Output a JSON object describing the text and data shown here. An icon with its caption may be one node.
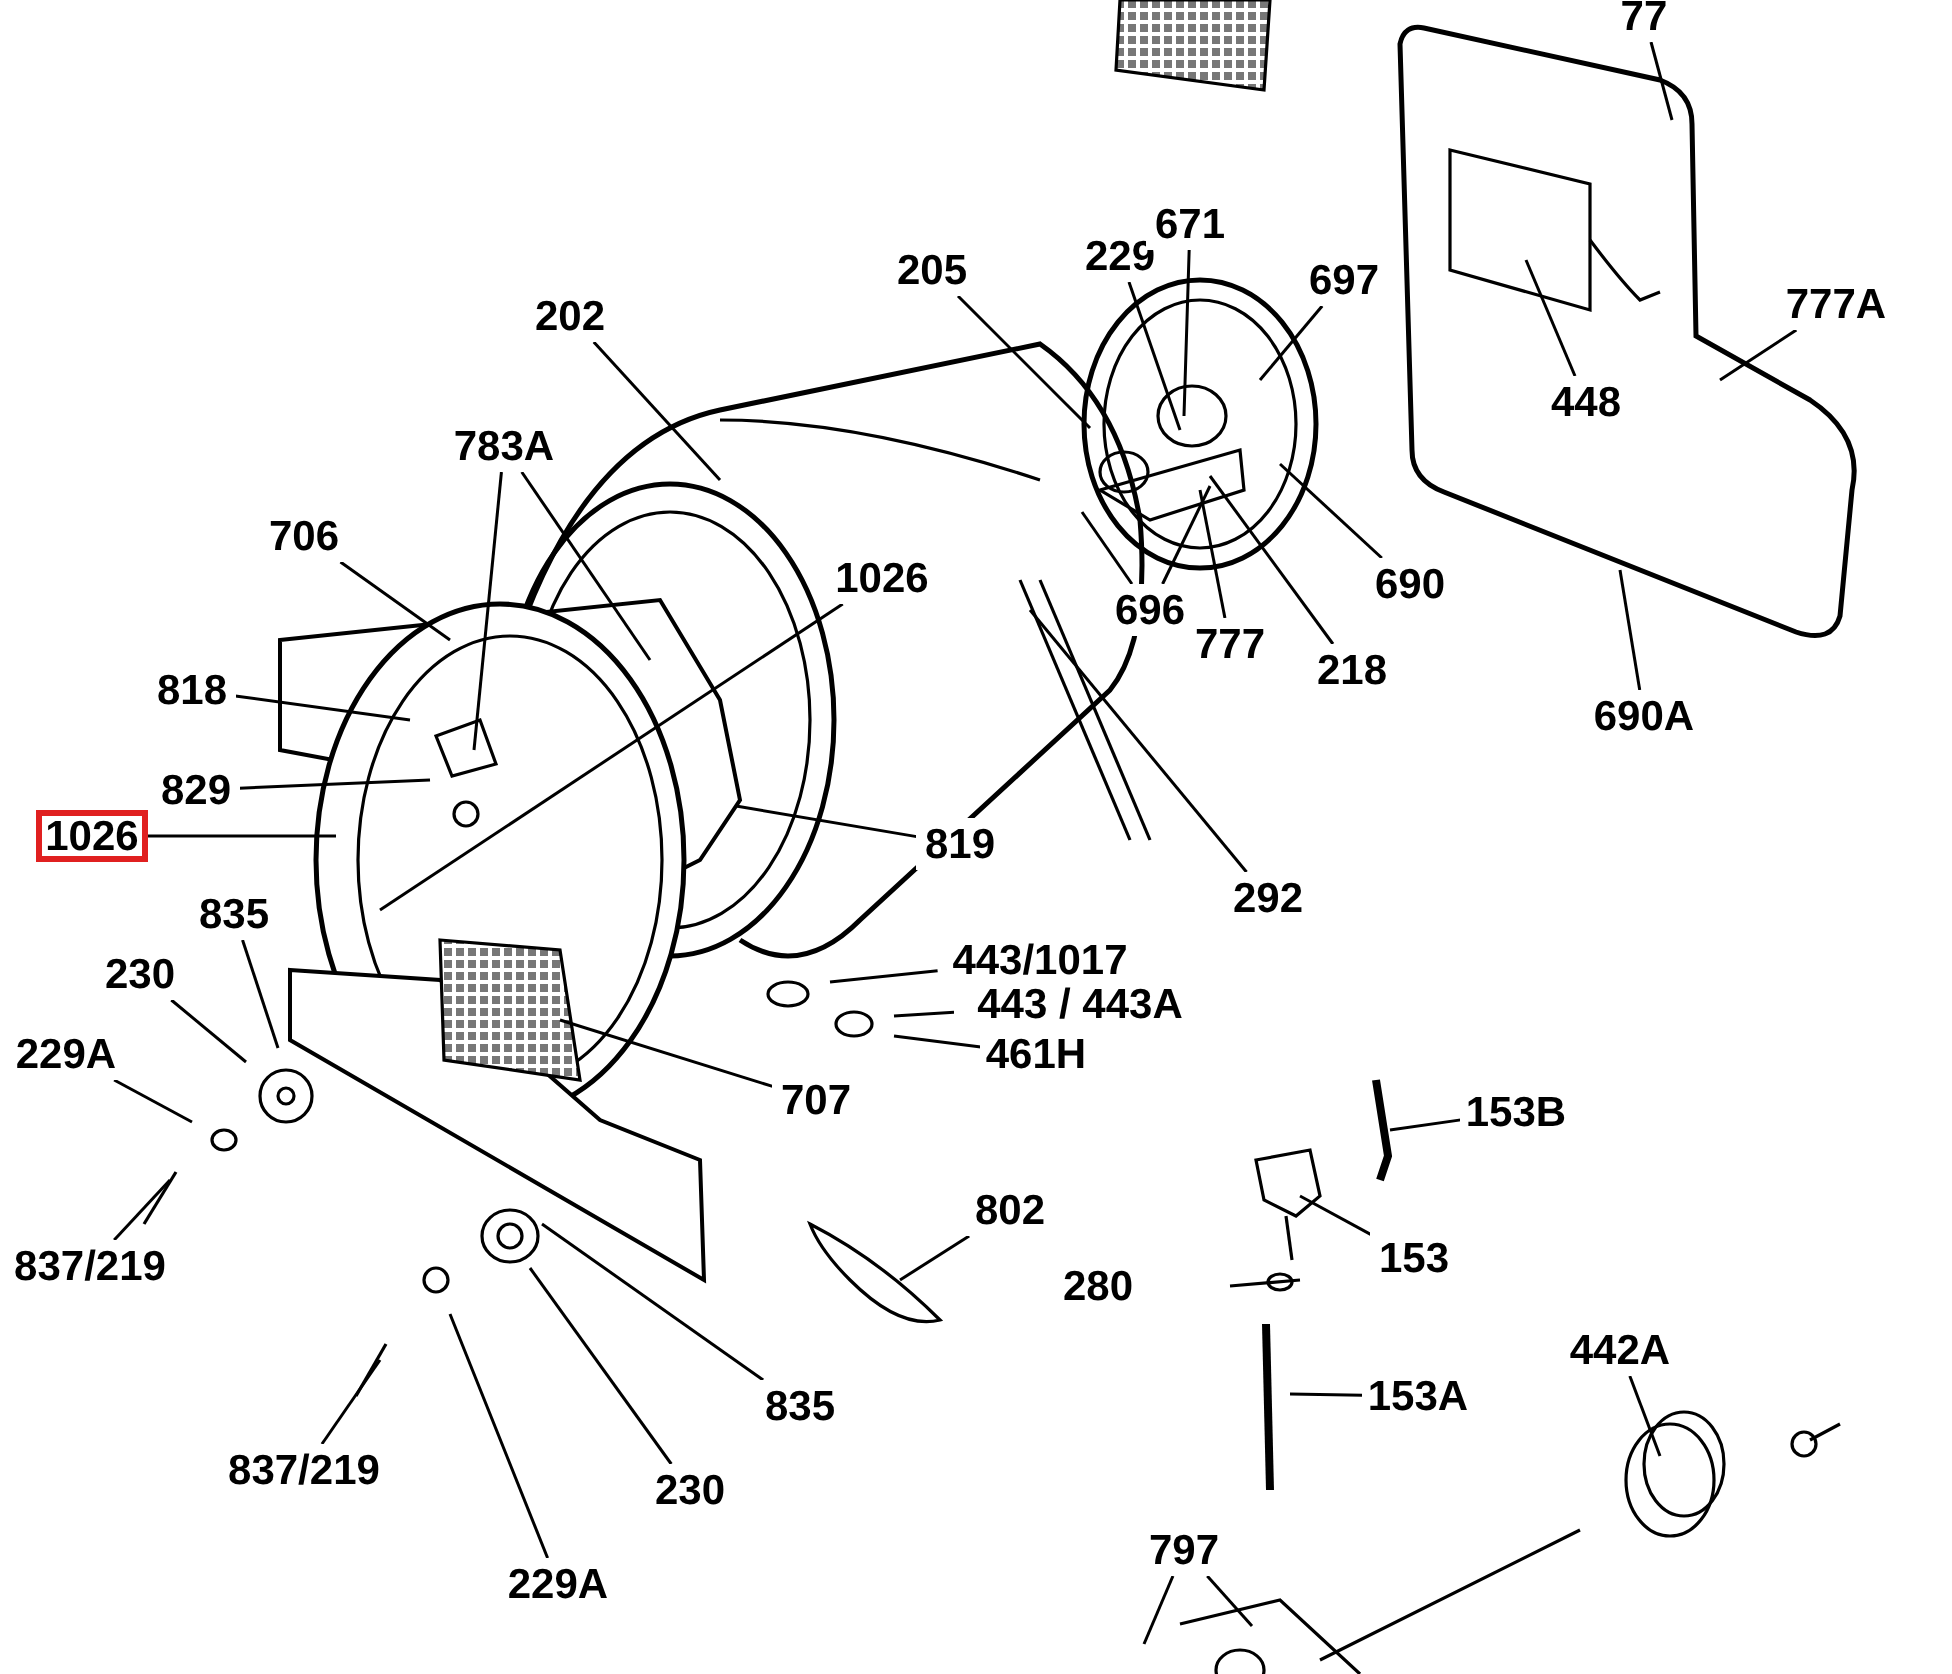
{
  "diagram": {
    "nodes": [
      {
        "text": [
          "77"
        ]
      },
      {
        "text": [
          "205"
        ]
      },
      {
        "text": [
          "229"
        ]
      },
      {
        "text": [
          "671"
        ]
      },
      {
        "text": [
          "697"
        ]
      },
      {
        "text": [
          "777A"
        ]
      },
      {
        "text": [
          "202"
        ]
      },
      {
        "text": [
          "448"
        ]
      },
      {
        "text": [
          "783A"
        ]
      },
      {
        "text": [
          "706"
        ]
      },
      {
        "text": [
          "1026"
        ]
      },
      {
        "text": [
          "696"
        ]
      },
      {
        "text": [
          "777"
        ]
      },
      {
        "text": [
          "690"
        ]
      },
      {
        "text": [
          "218"
        ]
      },
      {
        "text": [
          "690A"
        ]
      },
      {
        "text": [
          "818"
        ]
      },
      {
        "text": [
          "829"
        ]
      },
      {
        "text": [
          "1026"
        ]
      },
      {
        "text": [
          "819"
        ]
      },
      {
        "text": [
          "292"
        ]
      },
      {
        "text": [
          "443/1017"
        ]
      },
      {
        "text": [
          "443 / 443A"
        ]
      },
      {
        "text": [
          "461H"
        ]
      },
      {
        "text": [
          "835"
        ]
      },
      {
        "text": [
          "230"
        ]
      },
      {
        "text": [
          "229A"
        ]
      },
      {
        "text": [
          "707"
        ]
      },
      {
        "text": [
          "153B"
        ]
      },
      {
        "text": [
          "837/219"
        ]
      },
      {
        "text": [
          "802"
        ]
      },
      {
        "text": [
          "280"
        ]
      },
      {
        "text": [
          "153"
        ]
      },
      {
        "text": [
          "442A"
        ]
      },
      {
        "text": [
          "153A"
        ]
      },
      {
        "text": [
          "835"
        ]
      },
      {
        "text": [
          "837/219"
        ]
      },
      {
        "text": [
          "230"
        ]
      },
      {
        "text": [
          "797"
        ]
      },
      {
        "text": [
          "229A"
        ]
      }
    ],
    "edges": [
      {
        "from": 0,
        "to": null,
        "arrow": "none"
      },
      {
        "from": 1,
        "to": null,
        "arrow": "none"
      },
      {
        "from": 2,
        "to": null,
        "arrow": "none"
      },
      {
        "from": 3,
        "to": null,
        "arrow": "none"
      },
      {
        "from": 4,
        "to": null,
        "arrow": "none"
      },
      {
        "from": 5,
        "to": null,
        "arrow": "none"
      },
      {
        "from": 6,
        "to": null,
        "arrow": "none"
      },
      {
        "from": 7,
        "to": null,
        "arrow": "none"
      },
      {
        "from": 8,
        "to": null,
        "arrow": "none"
      },
      {
        "from": 8,
        "to": null,
        "arrow": "none"
      },
      {
        "from": 9,
        "to": null,
        "arrow": "none"
      },
      {
        "from": 10,
        "to": null,
        "arrow": "none"
      },
      {
        "from": 11,
        "to": null,
        "arrow": "none"
      },
      {
        "from": 11,
        "to": null,
        "arrow": "none"
      },
      {
        "from": 12,
        "to": null,
        "arrow": "none"
      },
      {
        "from": 13,
        "to": null,
        "arrow": "none"
      },
      {
        "from": 14,
        "to": null,
        "arrow": "none"
      },
      {
        "from": 15,
        "to": null,
        "arrow": "none"
      },
      {
        "from": 16,
        "to": null,
        "arrow": "none"
      },
      {
        "from": 17,
        "to": null,
        "arrow": "none"
      },
      {
        "from": 18,
        "to": null,
        "arrow": "none"
      },
      {
        "from": 19,
        "to": null,
        "arrow": "none"
      },
      {
        "from": 20,
        "to": null,
        "arrow": "none"
      },
      {
        "from": 21,
        "to": null,
        "arrow": "none"
      },
      {
        "from": 22,
        "to": null,
        "arrow": "none"
      },
      {
        "from": 23,
        "to": null,
        "arrow": "none"
      },
      {
        "from": 24,
        "to": null,
        "arrow": "none"
      },
      {
        "from": 25,
        "to": null,
        "arrow": "none"
      },
      {
        "from": 26,
        "to": null,
        "arrow": "none"
      },
      {
        "from": 27,
        "to": null,
        "arrow": "none"
      },
      {
        "from": 28,
        "to": null,
        "arrow": "none"
      },
      {
        "from": 29,
        "to": null,
        "arrow": "none"
      },
      {
        "from": 30,
        "to": null,
        "arrow": "none"
      },
      {
        "from": 32,
        "to": null,
        "arrow": "none"
      },
      {
        "from": 33,
        "to": null,
        "arrow": "none"
      },
      {
        "from": 34,
        "to": null,
        "arrow": "none"
      },
      {
        "from": 35,
        "to": null,
        "arrow": "none"
      },
      {
        "from": 36,
        "to": null,
        "arrow": "none"
      },
      {
        "from": 37,
        "to": null,
        "arrow": "none"
      },
      {
        "from": 38,
        "to": null,
        "arrow": "none"
      },
      {
        "from": 38,
        "to": null,
        "arrow": "none"
      },
      {
        "from": 39,
        "to": null,
        "arrow": "none"
      }
    ]
  }
}
